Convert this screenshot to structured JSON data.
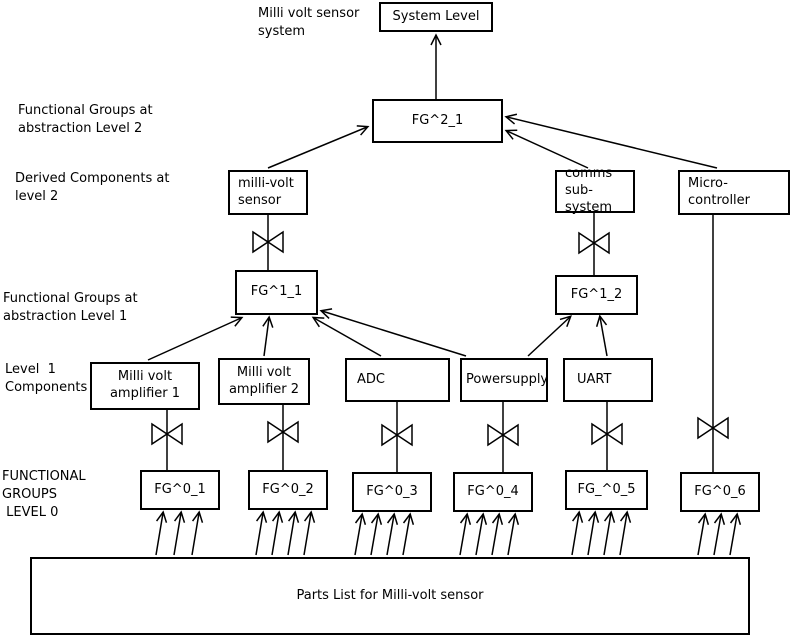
{
  "diagram": {
    "background_color": "#ffffff",
    "line_color": "#000000",
    "row_labels": {
      "system_title": "Milli volt sensor\nsystem",
      "functional_groups_l2": "Functional Groups at\nabstraction Level 2",
      "derived_components_l2": "Derived Components at\nlevel 2",
      "functional_groups_l1": "Functional Groups at\nabstraction Level 1",
      "level1_components": "Level  1\nComponents",
      "functional_groups_l0": "FUNCTIONAL\nGROUPS\n LEVEL 0"
    },
    "nodes": {
      "system_level": "System Level",
      "fg2_1": "FG^2_1",
      "millivolt_sensor": "milli-volt\nsensor",
      "comms_subsystem": "comms\nsub-system",
      "microcontroller": "Micro-\ncontroller",
      "fg1_1": "FG^1_1",
      "fg1_2": "FG^1_2",
      "amplifier1": "Milli volt\namplifier 1",
      "amplifier2": "Milli volt\namplifier 2",
      "adc": "ADC",
      "powersupply": "Powersupply",
      "uart": "UART",
      "fg0_1": "FG^0_1",
      "fg0_2": "FG^0_2",
      "fg0_3": "FG^0_3",
      "fg0_4": "FG^0_4",
      "fg0_5": "FG_^0_5",
      "fg0_6": "FG^0_6",
      "parts_list": "Parts List for Milli-volt sensor"
    },
    "connections": [
      "FG^2_1 -> System Level",
      "milli-volt sensor -> FG^2_1",
      "comms sub-system -> FG^2_1",
      "Micro-controller -> FG^2_1",
      "FG^1_1 -> milli-volt sensor (bowtie)",
      "FG^1_2 -> comms sub-system (bowtie)",
      "Milli volt amplifier 1 -> FG^1_1",
      "Milli volt amplifier 2 -> FG^1_1",
      "ADC -> FG^1_1",
      "Powersupply -> FG^1_1",
      "Powersupply -> FG^1_2",
      "UART -> FG^1_2",
      "FG^0_1 -> Milli volt amplifier 1 (bowtie)",
      "FG^0_2 -> Milli volt amplifier 2 (bowtie)",
      "FG^0_3 -> ADC (bowtie)",
      "FG^0_4 -> Powersupply (bowtie)",
      "FG_^0_5 -> UART (bowtie)",
      "FG^0_6 -> Micro-controller (bowtie)",
      "Parts List -> FG^0_1",
      "Parts List -> FG^0_2",
      "Parts List -> FG^0_3",
      "Parts List -> FG^0_4",
      "Parts List -> FG_^0_5",
      "Parts List -> FG^0_6"
    ]
  }
}
